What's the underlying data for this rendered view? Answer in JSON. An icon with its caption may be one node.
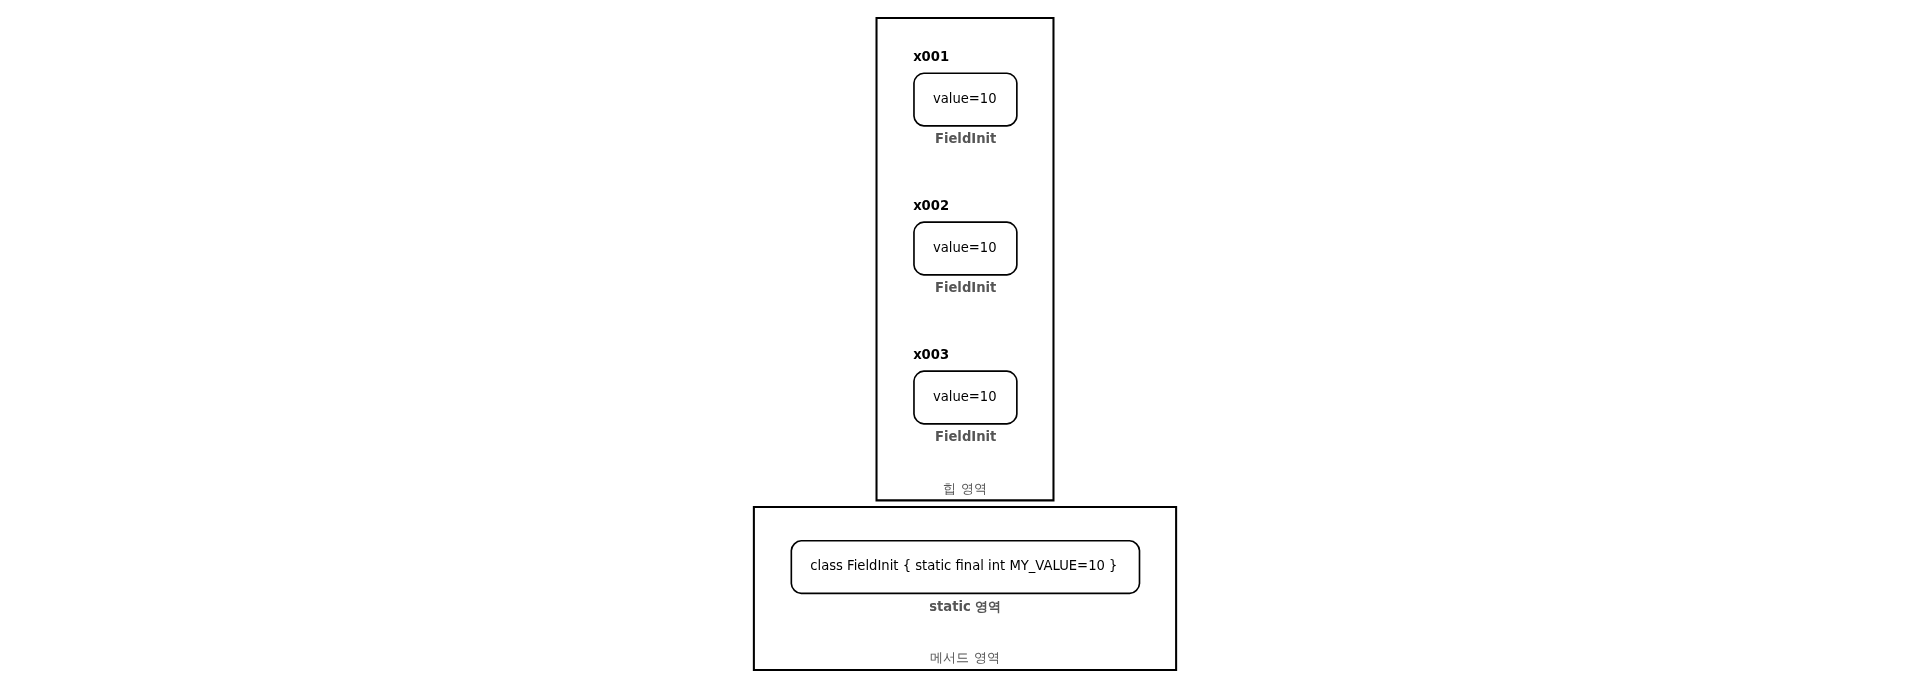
{
  "diagram": {
    "nodes": [
      {
        "text": [
          "메서드 영역"
        ]
      },
      {
        "text": [
          "class FieldInit { static final int MY_VALUE=10 }"
        ],
        "in": 0,
        "beside": [
          "static 영역"
        ]
      },
      {
        "text": [
          "힙 영역"
        ]
      },
      {
        "text": [
          "x001",
          "value=10"
        ],
        "in": 2,
        "beside": [
          "FieldInit"
        ]
      },
      {
        "text": [
          "x002",
          "value=10"
        ],
        "in": 2,
        "beside": [
          "FieldInit"
        ]
      },
      {
        "text": [
          "x003",
          "value=10"
        ],
        "in": 2,
        "beside": [
          "FieldInit"
        ]
      }
    ],
    "edges": []
  }
}
